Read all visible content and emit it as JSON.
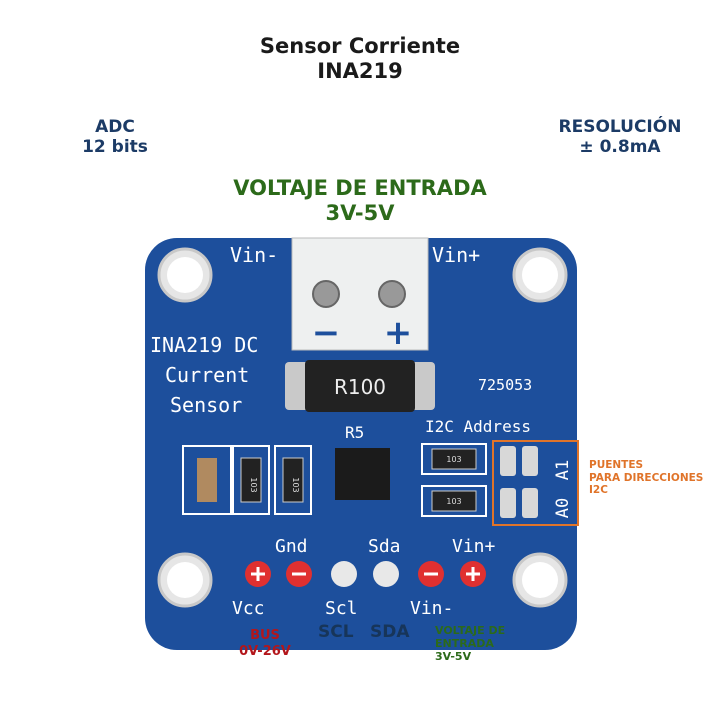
{
  "title": {
    "line1": "Sensor Corriente",
    "line2": "INA219"
  },
  "adc": {
    "line1": "ADC",
    "line2": "12 bits"
  },
  "resolution": {
    "line1": "RESOLUCIÓN",
    "line2": "± 0.8mA"
  },
  "input_voltage": {
    "line1": "VOLTAJE DE ENTRADA",
    "line2": "3V-5V"
  },
  "bottom_labels": {
    "bus_line1": "BUS",
    "bus_line2": "0V-26V",
    "scl": "SCL",
    "sda": "SDA",
    "vin_line1": "VOLTAJE DE",
    "vin_line2": "ENTRADA",
    "vin_line3": "3V-5V"
  },
  "bridges": {
    "line1": "PUENTES",
    "line2": "PARA DIRECCIONES",
    "line3": "I2C"
  },
  "board": {
    "vin_minus_top": "Vin-",
    "vin_plus_top": "Vin+",
    "name1": "INA219 DC",
    "name2": "Current",
    "name3": "Sensor",
    "shunt": "R100",
    "part_code": "725053",
    "r5": "R5",
    "i2c_address": "I2C Address",
    "a1": "A1",
    "a0": "A0",
    "res_code": "103",
    "minus_sign": "−",
    "plus_sign": "+",
    "gnd": "Gnd",
    "sda": "Sda",
    "vin_plus_bottom": "Vin+",
    "vcc": "Vcc",
    "scl": "Scl",
    "vin_minus_bottom": "Vin-"
  },
  "colors": {
    "board": "#1d4f9c",
    "title_blue": "#1c3b66",
    "green": "#2c6a1a",
    "red": "#b3161b",
    "orange": "#e0742a"
  }
}
